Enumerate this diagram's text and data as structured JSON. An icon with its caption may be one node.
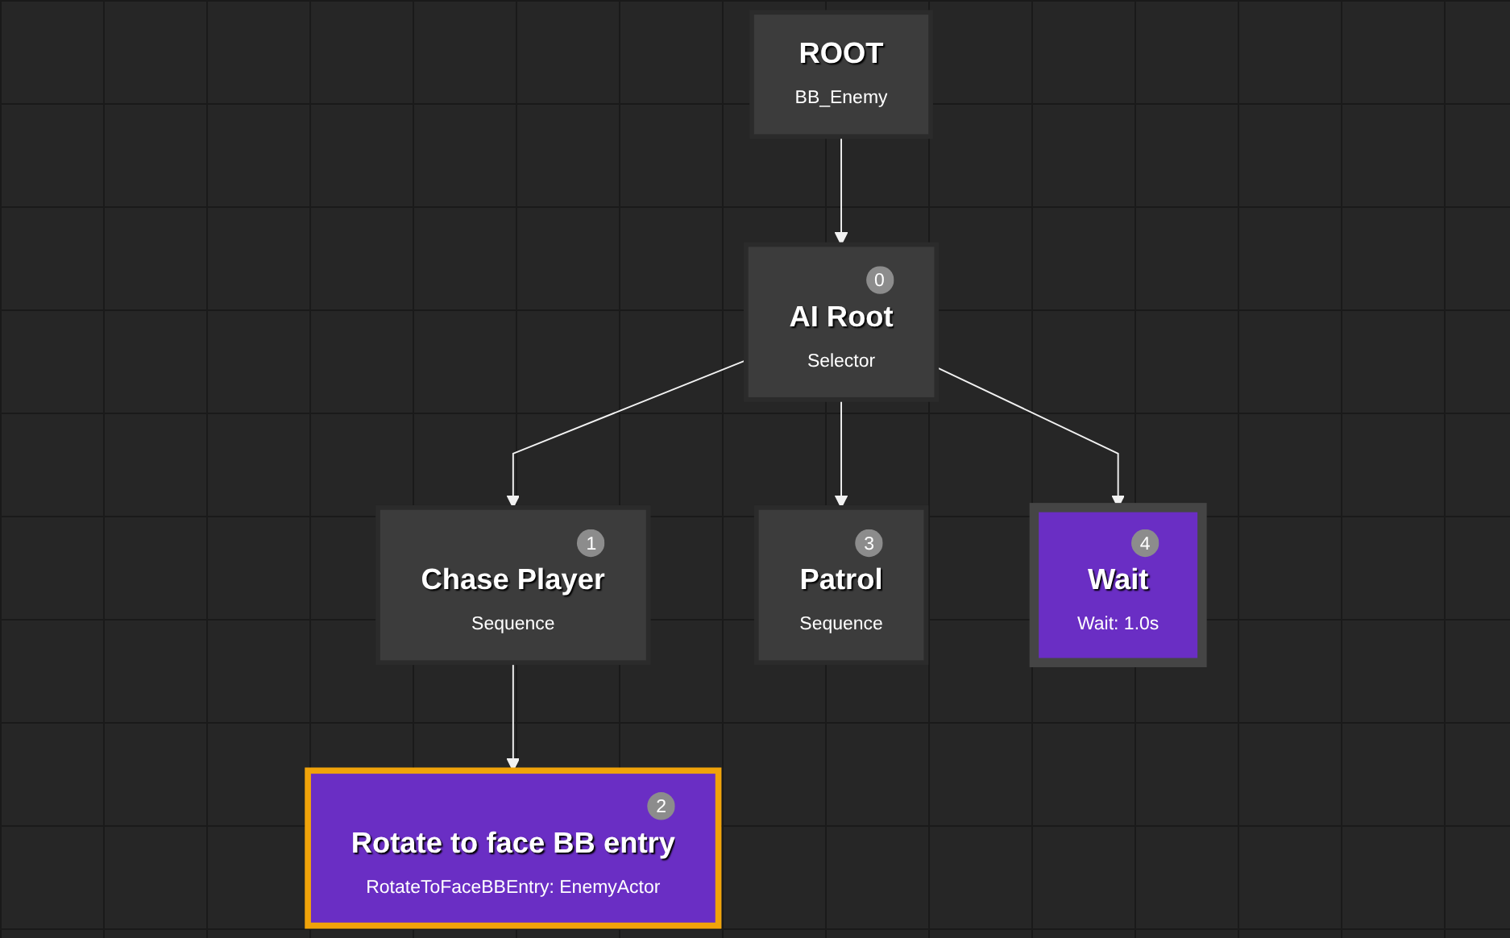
{
  "diagram": {
    "nodes": [
      {
        "text": [
          "ROOT",
          "BB_Enemy"
        ]
      },
      {
        "text": [
          "0",
          "AI Root",
          "Selector"
        ]
      },
      {
        "text": [
          "1",
          "Chase Player",
          "Sequence"
        ]
      },
      {
        "text": [
          "3",
          "Patrol",
          "Sequence"
        ]
      },
      {
        "text": [
          "4",
          "Wait",
          "Wait: 1.0s"
        ]
      },
      {
        "text": [
          "2",
          "Rotate to face BB entry",
          "RotateToFaceBBEntry: EnemyActor"
        ]
      }
    ],
    "edges": [
      {
        "from": 0,
        "to": 1,
        "arrow": "to"
      },
      {
        "from": 1,
        "to": 2,
        "arrow": "to"
      },
      {
        "from": 1,
        "to": 3,
        "arrow": "to"
      },
      {
        "from": 1,
        "to": 4,
        "arrow": "to"
      },
      {
        "from": 2,
        "to": 5,
        "arrow": "to"
      }
    ]
  }
}
